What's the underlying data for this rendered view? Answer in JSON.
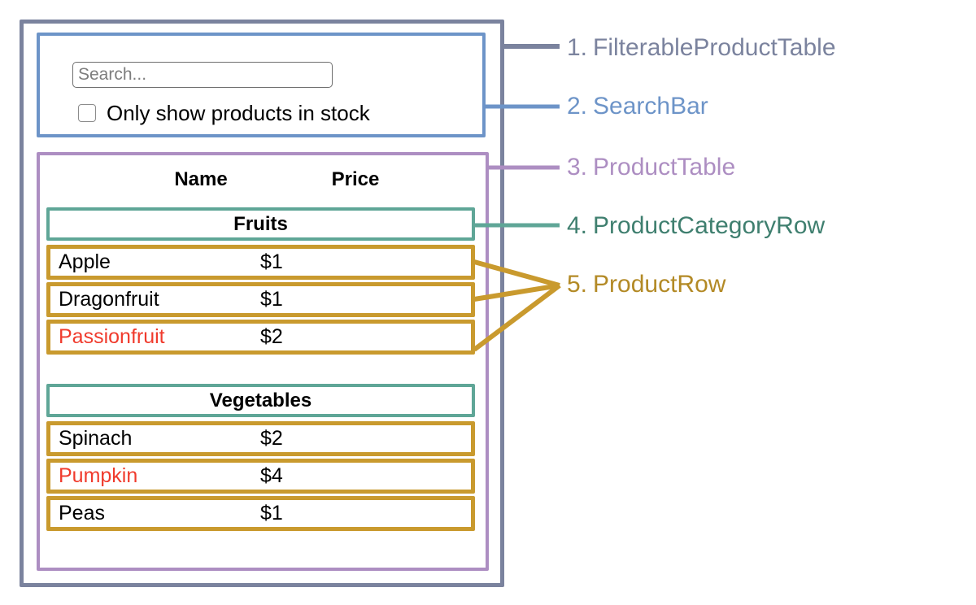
{
  "colors": {
    "outer": "#7b839e",
    "blue": "#6d94c8",
    "purple": "#ad8ec2",
    "teal": "#5fa697",
    "gold": "#c99a2e",
    "red": "#f03b2d",
    "text": "#000000"
  },
  "search_bar": {
    "input_value": "",
    "input_placeholder": "Search...",
    "checkbox_label": "Only show products in stock",
    "checkbox_checked": false
  },
  "product_table": {
    "columns": [
      "Name",
      "Price"
    ],
    "sections": [
      {
        "category": "Fruits",
        "rows": [
          {
            "name": "Apple",
            "price": "$1",
            "stocked": true
          },
          {
            "name": "Dragonfruit",
            "price": "$1",
            "stocked": true
          },
          {
            "name": "Passionfruit",
            "price": "$2",
            "stocked": false
          }
        ]
      },
      {
        "category": "Vegetables",
        "rows": [
          {
            "name": "Spinach",
            "price": "$2",
            "stocked": true
          },
          {
            "name": "Pumpkin",
            "price": "$4",
            "stocked": false
          },
          {
            "name": "Peas",
            "price": "$1",
            "stocked": true
          }
        ]
      }
    ]
  },
  "legend": {
    "items": [
      {
        "number": "1.",
        "label": "FilterableProductTable",
        "color": "#7b839e"
      },
      {
        "number": "2.",
        "label": "SearchBar",
        "color": "#6d94c8"
      },
      {
        "number": "3.",
        "label": "ProductTable",
        "color": "#ad8ec2"
      },
      {
        "number": "4.",
        "label": "ProductCategoryRow",
        "color": "#5fa697"
      },
      {
        "number": "5.",
        "label": "ProductRow",
        "color": "#c99a2e"
      }
    ]
  }
}
